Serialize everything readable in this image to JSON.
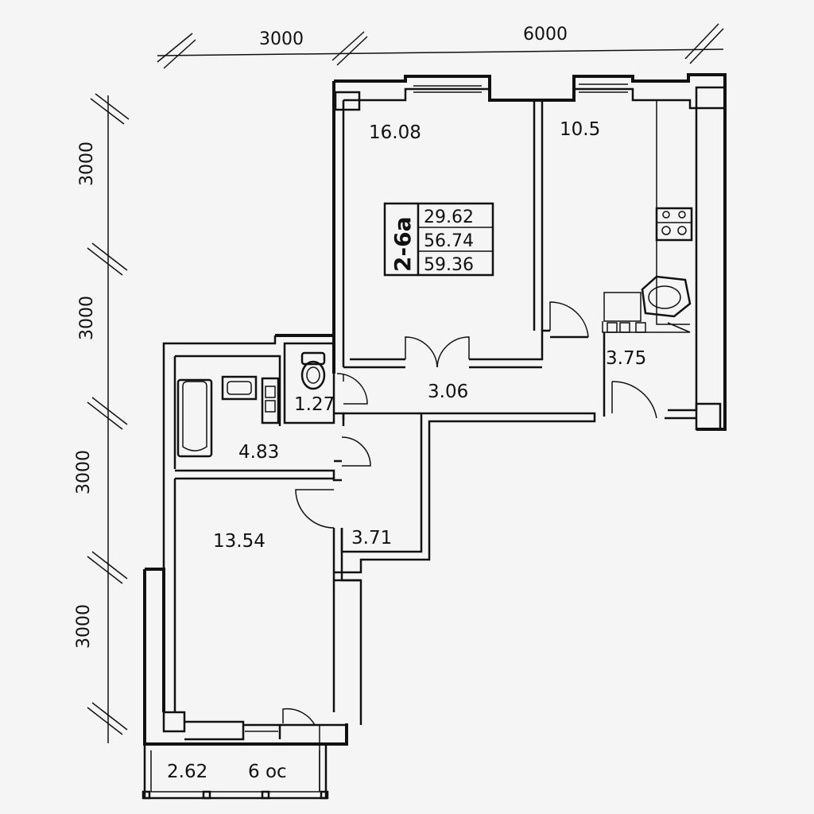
{
  "dimensions": {
    "top": [
      "3000",
      "6000"
    ],
    "left": [
      "3000",
      "3000",
      "3000",
      "3000"
    ]
  },
  "unit_tag": {
    "code": "2-6а",
    "values": [
      "29.62",
      "56.74",
      "59.36"
    ]
  },
  "rooms": [
    {
      "id": "room-living",
      "area": "16.08"
    },
    {
      "id": "room-kitchen",
      "area": "10.5"
    },
    {
      "id": "room-hall-right",
      "area": "3.75"
    },
    {
      "id": "room-corridor",
      "area": "3.06"
    },
    {
      "id": "room-wc",
      "area": "1.27"
    },
    {
      "id": "room-bath",
      "area": "4.83"
    },
    {
      "id": "room-bedroom",
      "area": "13.54"
    },
    {
      "id": "room-hall-left",
      "area": "3.71"
    },
    {
      "id": "room-balcony",
      "area": "2.62"
    }
  ],
  "balcony_note": "6 ос"
}
